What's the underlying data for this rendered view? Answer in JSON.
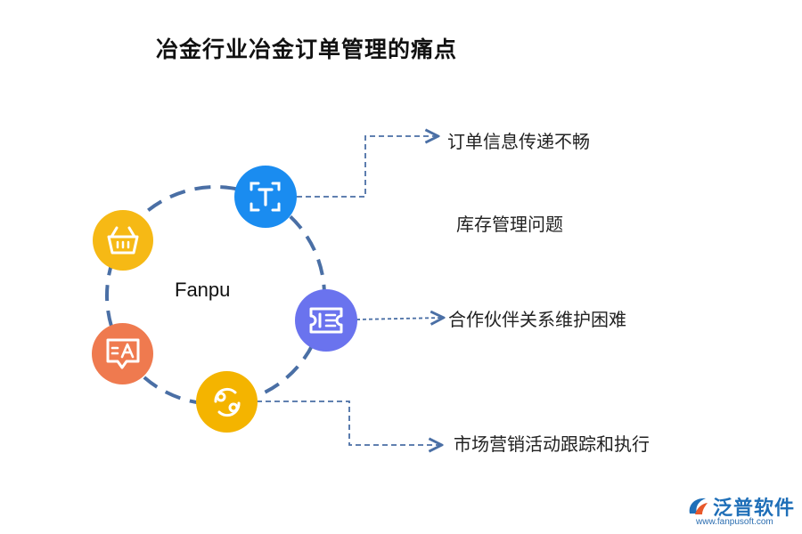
{
  "title": "冶金行业冶金订单管理的痛点",
  "center_label": "Fanpu",
  "items": [
    {
      "label": "订单信息传递不畅",
      "icon": "text-frame-icon",
      "color": "#1a8cf0"
    },
    {
      "label": "库存管理问题",
      "icon": "",
      "color": ""
    },
    {
      "label": "合作伙伴关系维护困难",
      "icon": "list-ticket-icon",
      "color": "#6a73ee"
    },
    {
      "label": "市场营销活动跟踪和执行",
      "icon": "refresh-cycle-icon",
      "color": "#f4b400"
    }
  ],
  "extra_nodes": [
    {
      "icon": "shopping-basket-icon",
      "color": "#f6b915"
    },
    {
      "icon": "translate-chat-icon",
      "color": "#ef7a4f"
    }
  ],
  "connector_color": "#4a6fa5",
  "logo": {
    "text": "泛普软件",
    "url": "www.fanpusoft.com",
    "icon": "fanpu-logo-icon"
  }
}
